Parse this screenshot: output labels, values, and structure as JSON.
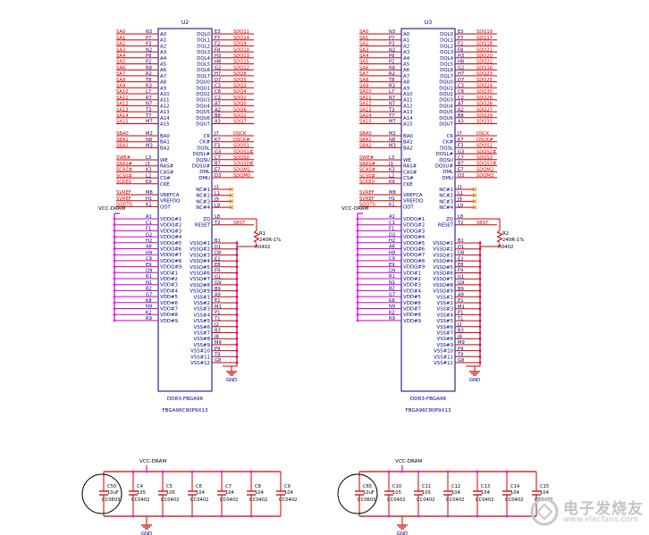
{
  "colors": {
    "wire": "#1a1a99",
    "net": "#cc0000",
    "pin": "#cc0000",
    "power": "#cc00cc",
    "text": "#000080",
    "junction": "#ff00ff",
    "nc": "#d4a017",
    "box": "#00007a"
  },
  "chips": [
    {
      "ref": "U2",
      "part": "DDR3-FBGA96",
      "footprint": "FBGA96C80P9X13",
      "vcc_label": "VCC-DRAM",
      "left_a": [
        {
          "net": "SA0",
          "ball": "N3",
          "name": "A0"
        },
        {
          "net": "SA1",
          "ball": "P7",
          "name": "A1"
        },
        {
          "net": "SA2",
          "ball": "P3",
          "name": "A2"
        },
        {
          "net": "SA3",
          "ball": "N2",
          "name": "A3"
        },
        {
          "net": "SA4",
          "ball": "P8",
          "name": "A4"
        },
        {
          "net": "SA5",
          "ball": "P2",
          "name": "A5"
        },
        {
          "net": "SA6",
          "ball": "R8",
          "name": "A6"
        },
        {
          "net": "SA7",
          "ball": "R2",
          "name": "A7"
        },
        {
          "net": "SA8",
          "ball": "T8",
          "name": "A8"
        },
        {
          "net": "SA9",
          "ball": "R3",
          "name": "A9"
        },
        {
          "net": "SA10",
          "ball": "L7",
          "name": "A10"
        },
        {
          "net": "SA11",
          "ball": "R7",
          "name": "A11"
        },
        {
          "net": "SA12",
          "ball": "N7",
          "name": "A12"
        },
        {
          "net": "SA13",
          "ball": "T3",
          "name": "A13"
        },
        {
          "net": "SA14",
          "ball": "T7",
          "name": "A14"
        },
        {
          "net": "SA15",
          "ball": "M7",
          "name": "A15"
        }
      ],
      "left_b": [
        {
          "net": "SBA0",
          "ball": "M2",
          "name": "BA0"
        },
        {
          "net": "SBA1",
          "ball": "N8",
          "name": "BA1"
        },
        {
          "net": "SBA2",
          "ball": "M3",
          "name": "BA2"
        }
      ],
      "left_c": [
        {
          "net": "SWE#",
          "ball": "L3",
          "name": "WE"
        },
        {
          "net": "SRAS#",
          "ball": "J3",
          "name": "RAS#"
        },
        {
          "net": "SCAS#",
          "ball": "K3",
          "name": "CAS#"
        },
        {
          "net": "SCS0#",
          "ball": "L2",
          "name": "CS#"
        },
        {
          "net": "SCKE0",
          "ball": "K9",
          "name": "CKE"
        }
      ],
      "left_d": [
        {
          "net": "SVREF",
          "ball": "M8",
          "name": "VREFCA"
        },
        {
          "net": "SVREF",
          "ball": "H1",
          "name": "VREFDQ"
        },
        {
          "net": "SODT0",
          "ball": "K1",
          "name": "ODT"
        }
      ],
      "left_vdd": [
        {
          "ball": "A1",
          "name": "VDDQ#1"
        },
        {
          "ball": "C1",
          "name": "VDDQ#2"
        },
        {
          "ball": "F1",
          "name": "VDDQ#3"
        },
        {
          "ball": "D2",
          "name": "VDDQ#4"
        },
        {
          "ball": "H2",
          "name": "VDDQ#5"
        },
        {
          "ball": "A8",
          "name": "VDDQ#6"
        },
        {
          "ball": "H9",
          "name": "VDDQ#7"
        },
        {
          "ball": "C9",
          "name": "VDDQ#8"
        },
        {
          "ball": "E9",
          "name": "VDDQ#9"
        },
        {
          "ball": "D9",
          "name": "VDD#1"
        },
        {
          "ball": "R1",
          "name": "VDD#2"
        },
        {
          "ball": "N1",
          "name": "VDD#3"
        },
        {
          "ball": "B2",
          "name": "VDD#4"
        },
        {
          "ball": "G7",
          "name": "VDD#5"
        },
        {
          "ball": "K8",
          "name": "VDD#6"
        },
        {
          "ball": "N9",
          "name": "VDD#7"
        },
        {
          "ball": "K2",
          "name": "VDD#8"
        },
        {
          "ball": "R9",
          "name": "VDD#9"
        }
      ],
      "right_dq": [
        {
          "net": "SDQ11",
          "ball": "E3",
          "name": "DQL0"
        },
        {
          "net": "SDQ14",
          "ball": "F7",
          "name": "DQL1"
        },
        {
          "net": "SDQ9",
          "ball": "F2",
          "name": "DQL2"
        },
        {
          "net": "SDQ10",
          "ball": "F8",
          "name": "DQL3"
        },
        {
          "net": "SDQ13",
          "ball": "H3",
          "name": "DQL4"
        },
        {
          "net": "SDQ15",
          "ball": "H8",
          "name": "DQL5"
        },
        {
          "net": "SDQ12",
          "ball": "G2",
          "name": "DQL6"
        },
        {
          "net": "SDQ8",
          "ball": "H7",
          "name": "DQL7"
        },
        {
          "net": "SDQ5",
          "ball": "D7",
          "name": "DQU0"
        },
        {
          "net": "SDQ3",
          "ball": "C3",
          "name": "DQU1"
        },
        {
          "net": "SDQ4",
          "ball": "C8",
          "name": "DQU2"
        },
        {
          "net": "SDQ2",
          "ball": "C2",
          "name": "DQU3"
        },
        {
          "net": "SDQ0",
          "ball": "A7",
          "name": "DQU4"
        },
        {
          "net": "SDQ6",
          "ball": "A2",
          "name": "DQU5"
        },
        {
          "net": "SDQ1",
          "ball": "B8",
          "name": "DQU6"
        },
        {
          "net": "SDQ7",
          "ball": "A3",
          "name": "DQU7"
        }
      ],
      "right_ctl": [
        {
          "net": "DSCK",
          "ball": "J7",
          "name": "CK"
        },
        {
          "net": "DSCK#",
          "ball": "K7",
          "name": "CK#"
        },
        {
          "net": "SDQS1",
          "ball": "F3",
          "name": "DQSL"
        },
        {
          "net": "SDQS1#",
          "ball": "G3",
          "name": "DQSL#"
        },
        {
          "net": "SDQS0",
          "ball": "C7",
          "name": "DQSU"
        },
        {
          "net": "SDQS0#",
          "ball": "B7",
          "name": "DQSU#"
        },
        {
          "net": "SDQM1",
          "ball": "E7",
          "name": "DML"
        },
        {
          "net": "SDQM0",
          "ball": "D3",
          "name": "DMU"
        }
      ],
      "right_nc": [
        {
          "ball": "J1",
          "name": "NC#1"
        },
        {
          "ball": "L1",
          "name": "NC#2"
        },
        {
          "ball": "J9",
          "name": "NC#3"
        },
        {
          "ball": "L9",
          "name": "NC#4"
        }
      ],
      "zq": {
        "ball": "L8",
        "name": "ZQ"
      },
      "reset": {
        "net": "SRST",
        "ball": "T2",
        "name": "RESET"
      },
      "resistor": {
        "ref": "R1",
        "value": "240R-1%",
        "package": "R0402"
      },
      "right_vss": [
        {
          "ball": "B1",
          "name": "VSSQ#1"
        },
        {
          "ball": "D1",
          "name": "VSSQ#2"
        },
        {
          "ball": "D8",
          "name": "VSSQ#3"
        },
        {
          "ball": "E2",
          "name": "VSSQ#4"
        },
        {
          "ball": "E8",
          "name": "VSSQ#5"
        },
        {
          "ball": "F9",
          "name": "VSSQ#6"
        },
        {
          "ball": "G1",
          "name": "VSSQ#7"
        },
        {
          "ball": "G9",
          "name": "VSSQ#8"
        },
        {
          "ball": "B9",
          "name": "VSSQ#9"
        },
        {
          "ball": "A9",
          "name": "VSS#1"
        },
        {
          "ball": "E1",
          "name": "VSS#2"
        },
        {
          "ball": "M1",
          "name": "VSS#3"
        },
        {
          "ball": "P1",
          "name": "VSS#4"
        },
        {
          "ball": "T1",
          "name": "VSS#5"
        },
        {
          "ball": "J2",
          "name": "VSS#6"
        },
        {
          "ball": "B3",
          "name": "VSS#7"
        },
        {
          "ball": "J8",
          "name": "VSS#8"
        },
        {
          "ball": "M9",
          "name": "VSS#9"
        },
        {
          "ball": "P9",
          "name": "VSS#10"
        },
        {
          "ball": "T9",
          "name": "VSS#11"
        },
        {
          "ball": "G8",
          "name": "VSS#12"
        }
      ],
      "gnd_label": "GND"
    },
    {
      "ref": "U3",
      "part": "DDR3-FBGA96",
      "footprint": "FBGA96C80P9X13",
      "vcc_label": "VCC-DRAM",
      "left_a": [
        {
          "net": "SA0",
          "ball": "N3",
          "name": "A0"
        },
        {
          "net": "SA1",
          "ball": "P7",
          "name": "A1"
        },
        {
          "net": "SA2",
          "ball": "P3",
          "name": "A2"
        },
        {
          "net": "SA3",
          "ball": "N2",
          "name": "A3"
        },
        {
          "net": "SA4",
          "ball": "P8",
          "name": "A4"
        },
        {
          "net": "SA5",
          "ball": "P2",
          "name": "A5"
        },
        {
          "net": "SA6",
          "ball": "R8",
          "name": "A6"
        },
        {
          "net": "SA7",
          "ball": "R2",
          "name": "A7"
        },
        {
          "net": "SA8",
          "ball": "T8",
          "name": "A8"
        },
        {
          "net": "SA9",
          "ball": "R3",
          "name": "A9"
        },
        {
          "net": "SA10",
          "ball": "L7",
          "name": "A10"
        },
        {
          "net": "SA11",
          "ball": "R7",
          "name": "A11"
        },
        {
          "net": "SA12",
          "ball": "N7",
          "name": "A12"
        },
        {
          "net": "SA13",
          "ball": "T3",
          "name": "A13"
        },
        {
          "net": "SA14",
          "ball": "T7",
          "name": "A14"
        },
        {
          "net": "SA15",
          "ball": "M7",
          "name": "A15"
        }
      ],
      "left_b": [
        {
          "net": "SBA0",
          "ball": "M2",
          "name": "BA0"
        },
        {
          "net": "SBA1",
          "ball": "N8",
          "name": "BA1"
        },
        {
          "net": "SBA2",
          "ball": "M3",
          "name": "BA2"
        }
      ],
      "left_c": [
        {
          "net": "SWE#",
          "ball": "L3",
          "name": "WE"
        },
        {
          "net": "SRAS#",
          "ball": "J3",
          "name": "RAS#"
        },
        {
          "net": "SCAS#",
          "ball": "K3",
          "name": "CAS#"
        },
        {
          "net": "SCS0#",
          "ball": "L2",
          "name": "CS#"
        },
        {
          "net": "SCKE0",
          "ball": "K9",
          "name": "CKE"
        }
      ],
      "left_d": [
        {
          "net": "SVREF",
          "ball": "M8",
          "name": "VREFCA"
        },
        {
          "net": "SVREF",
          "ball": "H1",
          "name": "VREFDQ"
        },
        {
          "net": "SODT0",
          "ball": "K1",
          "name": "ODT"
        }
      ],
      "left_vdd": [
        {
          "ball": "A1",
          "name": "VDDQ#1"
        },
        {
          "ball": "C1",
          "name": "VDDQ#2"
        },
        {
          "ball": "F1",
          "name": "VDDQ#3"
        },
        {
          "ball": "D2",
          "name": "VDDQ#4"
        },
        {
          "ball": "H2",
          "name": "VDDQ#5"
        },
        {
          "ball": "A8",
          "name": "VDDQ#6"
        },
        {
          "ball": "H9",
          "name": "VDDQ#7"
        },
        {
          "ball": "C9",
          "name": "VDDQ#8"
        },
        {
          "ball": "E9",
          "name": "VDDQ#9"
        },
        {
          "ball": "D9",
          "name": "VDD#1"
        },
        {
          "ball": "R1",
          "name": "VDD#2"
        },
        {
          "ball": "N1",
          "name": "VDD#3"
        },
        {
          "ball": "B2",
          "name": "VDD#4"
        },
        {
          "ball": "G7",
          "name": "VDD#5"
        },
        {
          "ball": "K8",
          "name": "VDD#6"
        },
        {
          "ball": "N9",
          "name": "VDD#7"
        },
        {
          "ball": "K2",
          "name": "VDD#8"
        },
        {
          "ball": "R9",
          "name": "VDD#9"
        }
      ],
      "right_dq": [
        {
          "net": "SDQ19",
          "ball": "E3",
          "name": "DQL0"
        },
        {
          "net": "SDQ17",
          "ball": "F7",
          "name": "DQL1"
        },
        {
          "net": "SDQ18",
          "ball": "F2",
          "name": "DQL2"
        },
        {
          "net": "SDQ21",
          "ball": "F8",
          "name": "DQL3"
        },
        {
          "net": "SDQ20",
          "ball": "H3",
          "name": "DQL4"
        },
        {
          "net": "SDQ22",
          "ball": "H8",
          "name": "DQL5"
        },
        {
          "net": "SDQ16",
          "ball": "G2",
          "name": "DQL6"
        },
        {
          "net": "SDQ23",
          "ball": "H7",
          "name": "DQL7"
        },
        {
          "net": "SDQ25",
          "ball": "D7",
          "name": "DQU0"
        },
        {
          "net": "SDQ24",
          "ball": "C3",
          "name": "DQU1"
        },
        {
          "net": "SDQ30",
          "ball": "C8",
          "name": "DQU2"
        },
        {
          "net": "SDQ26",
          "ball": "C2",
          "name": "DQU3"
        },
        {
          "net": "SDQ28",
          "ball": "A7",
          "name": "DQU4"
        },
        {
          "net": "SDQ27",
          "ball": "A2",
          "name": "DQU5"
        },
        {
          "net": "SDQ29",
          "ball": "B8",
          "name": "DQU6"
        },
        {
          "net": "SDQ31",
          "ball": "A3",
          "name": "DQU7"
        }
      ],
      "right_ctl": [
        {
          "net": "DSCK",
          "ball": "J7",
          "name": "CK"
        },
        {
          "net": "DSCK#",
          "ball": "K7",
          "name": "CK#"
        },
        {
          "net": "SDQS2",
          "ball": "F3",
          "name": "DQSL"
        },
        {
          "net": "SDQS2#",
          "ball": "G3",
          "name": "DQSL#"
        },
        {
          "net": "SDQS3",
          "ball": "C7",
          "name": "DQSU"
        },
        {
          "net": "SDQS3#",
          "ball": "B7",
          "name": "DQSU#"
        },
        {
          "net": "SDQM2",
          "ball": "E7",
          "name": "DML"
        },
        {
          "net": "SDQM3",
          "ball": "D3",
          "name": "DMU"
        }
      ],
      "right_nc": [
        {
          "ball": "J1",
          "name": "NC#1"
        },
        {
          "ball": "L1",
          "name": "NC#2"
        },
        {
          "ball": "J9",
          "name": "NC#3"
        },
        {
          "ball": "L9",
          "name": "NC#4"
        }
      ],
      "zq": {
        "ball": "L8",
        "name": "ZQ"
      },
      "reset": {
        "net": "SRST",
        "ball": "T2",
        "name": "RESET"
      },
      "resistor": {
        "ref": "R2",
        "value": "240R-1%",
        "package": "R0402"
      },
      "right_vss": [
        {
          "ball": "B1",
          "name": "VSSQ#1"
        },
        {
          "ball": "D1",
          "name": "VSSQ#2"
        },
        {
          "ball": "D8",
          "name": "VSSQ#3"
        },
        {
          "ball": "E2",
          "name": "VSSQ#4"
        },
        {
          "ball": "E8",
          "name": "VSSQ#5"
        },
        {
          "ball": "F9",
          "name": "VSSQ#6"
        },
        {
          "ball": "G1",
          "name": "VSSQ#7"
        },
        {
          "ball": "G9",
          "name": "VSSQ#8"
        },
        {
          "ball": "B9",
          "name": "VSSQ#9"
        },
        {
          "ball": "A9",
          "name": "VSS#1"
        },
        {
          "ball": "E1",
          "name": "VSS#2"
        },
        {
          "ball": "M1",
          "name": "VSS#3"
        },
        {
          "ball": "P1",
          "name": "VSS#4"
        },
        {
          "ball": "T1",
          "name": "VSS#5"
        },
        {
          "ball": "J2",
          "name": "VSS#6"
        },
        {
          "ball": "B3",
          "name": "VSS#7"
        },
        {
          "ball": "J8",
          "name": "VSS#8"
        },
        {
          "ball": "M9",
          "name": "VSS#9"
        },
        {
          "ball": "P9",
          "name": "VSS#10"
        },
        {
          "ball": "T9",
          "name": "VSS#11"
        },
        {
          "ball": "G8",
          "name": "VSS#12"
        }
      ],
      "gnd_label": "GND"
    }
  ],
  "cap_banks": [
    {
      "vcc_label": "VCC-DRAM",
      "gnd_label": "GND",
      "caps": [
        {
          "ref": "C50",
          "value": "10uF",
          "package": "CC0603"
        },
        {
          "ref": "C4",
          "value": "105",
          "package": "CC0402"
        },
        {
          "ref": "C5",
          "value": "105",
          "package": "CC0402"
        },
        {
          "ref": "C6",
          "value": "104",
          "package": "CC0402"
        },
        {
          "ref": "C7",
          "value": "104",
          "package": "CC0402"
        },
        {
          "ref": "C8",
          "value": "104",
          "package": "CC0402"
        },
        {
          "ref": "C9",
          "value": "104",
          "package": "CC0402"
        }
      ]
    },
    {
      "vcc_label": "VCC-DRAM",
      "gnd_label": "GND",
      "caps": [
        {
          "ref": "C65",
          "value": "10uF",
          "package": "CC0603"
        },
        {
          "ref": "C10",
          "value": "105",
          "package": "CC0402"
        },
        {
          "ref": "C11",
          "value": "105",
          "package": "CC0402"
        },
        {
          "ref": "C12",
          "value": "104",
          "package": "CC0402"
        },
        {
          "ref": "C13",
          "value": "104",
          "package": "CC0402"
        },
        {
          "ref": "C14",
          "value": "104",
          "package": "CC0402"
        },
        {
          "ref": "C15",
          "value": "104",
          "package": "CC0402"
        }
      ]
    }
  ],
  "watermark": {
    "line1": "电子发烧友",
    "line2": "www.elecfans.com"
  }
}
